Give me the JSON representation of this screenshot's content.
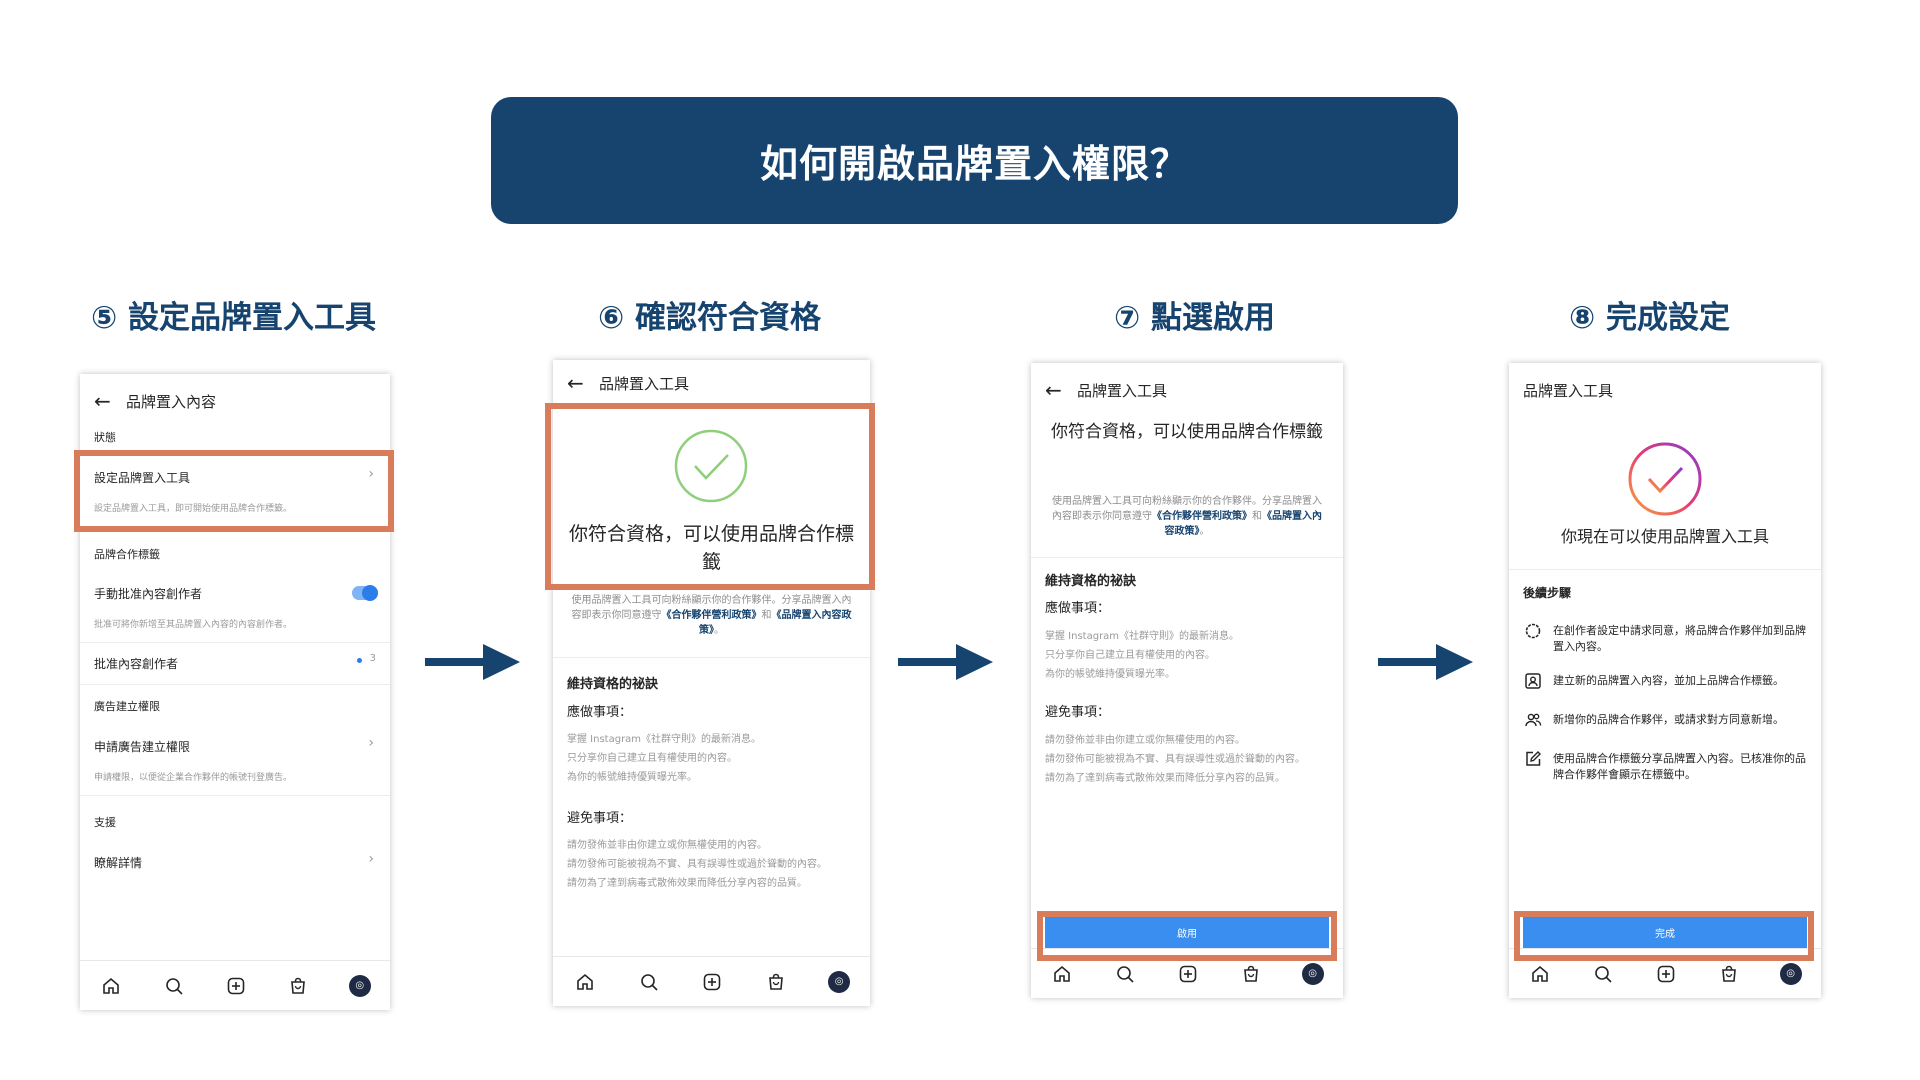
{
  "banner": {
    "title": "如何開啟品牌置入權限？"
  },
  "steps": [
    {
      "title": "⑤ 設定品牌置入工具"
    },
    {
      "title": "⑥ 確認符合資格"
    },
    {
      "title": "⑦ 點選啟用"
    },
    {
      "title": "⑧ 完成設定"
    }
  ],
  "screen1": {
    "header": "品牌置入內容",
    "status_label": "狀態",
    "setup_tool": "設定品牌置入工具",
    "setup_tool_sub": "設定品牌置入工具，即可開始使用品牌合作標籤。",
    "partnership_label": "品牌合作標籤",
    "manual_approve": "手動批准內容創作者",
    "manual_approve_sub": "批准可將你新增至其品牌置入內容的內容創作者。",
    "approved_creators": "批准內容創作者",
    "approved_count": "3",
    "ad_perm_label": "廣告建立權限",
    "request_ad": "申請廣告建立權限",
    "request_ad_sub": "申請權限，以便從企業合作夥伴的帳號刊登廣告。",
    "support_label": "支援",
    "learn_more": "瞭解詳情"
  },
  "screen2": {
    "header": "品牌置入工具",
    "eligible": "你符合資格，可以使用品牌合作標籤",
    "policy_1": "使用品牌置入工具可向粉絲顯示你的合作夥伴。分享品牌置入內容即表示你同意遵守",
    "policy_link1": "《合作夥伴營利政策》",
    "policy_and": "和",
    "policy_link2": "《品牌置入內容政策》",
    "policy_end": "。",
    "keep_title": "維持資格的祕訣",
    "do_title": "應做事項：",
    "do_1": "掌握 Instagram《社群守則》的最新消息。",
    "do_2": "只分享你自己建立且有權使用的內容。",
    "do_3": "為你的帳號維持優質曝光率。",
    "avoid_title": "避免事項：",
    "avoid_1": "請勿發佈並非由你建立或你無權使用的內容。",
    "avoid_2": "請勿發佈可能被視為不實、具有誤導性或過於聳動的內容。",
    "avoid_3": "請勿為了達到病毒式散佈效果而降低分享內容的品質。"
  },
  "screen3": {
    "header": "品牌置入工具",
    "enable_btn": "啟用"
  },
  "screen4": {
    "header": "品牌置入工具",
    "done_msg": "你現在可以使用品牌置入工具",
    "next_title": "後續步驟",
    "next_1": "在創作者設定中請求同意，將品牌合作夥伴加到品牌置入內容。",
    "next_2": "建立新的品牌置入內容，並加上品牌合作標籤。",
    "next_3": "新增你的品牌合作夥伴，或請求對方同意新增。",
    "next_4": "使用品牌合作標籤分享品牌置入內容。已核准你的品牌合作夥伴會顯示在標籤中。",
    "done_btn": "完成"
  },
  "colors": {
    "banner": "#17446f",
    "highlight": "#d97c5a",
    "button": "#3a8ef0",
    "check_green": "#8fcf7a"
  },
  "icons": [
    "back-arrow-icon",
    "chevron-right-icon",
    "home-icon",
    "search-icon",
    "add-icon",
    "shop-icon",
    "avatar",
    "check-circle-icon",
    "circle-icon",
    "profile-card-icon",
    "people-icon",
    "edit-icon",
    "right-arrow-icon"
  ]
}
